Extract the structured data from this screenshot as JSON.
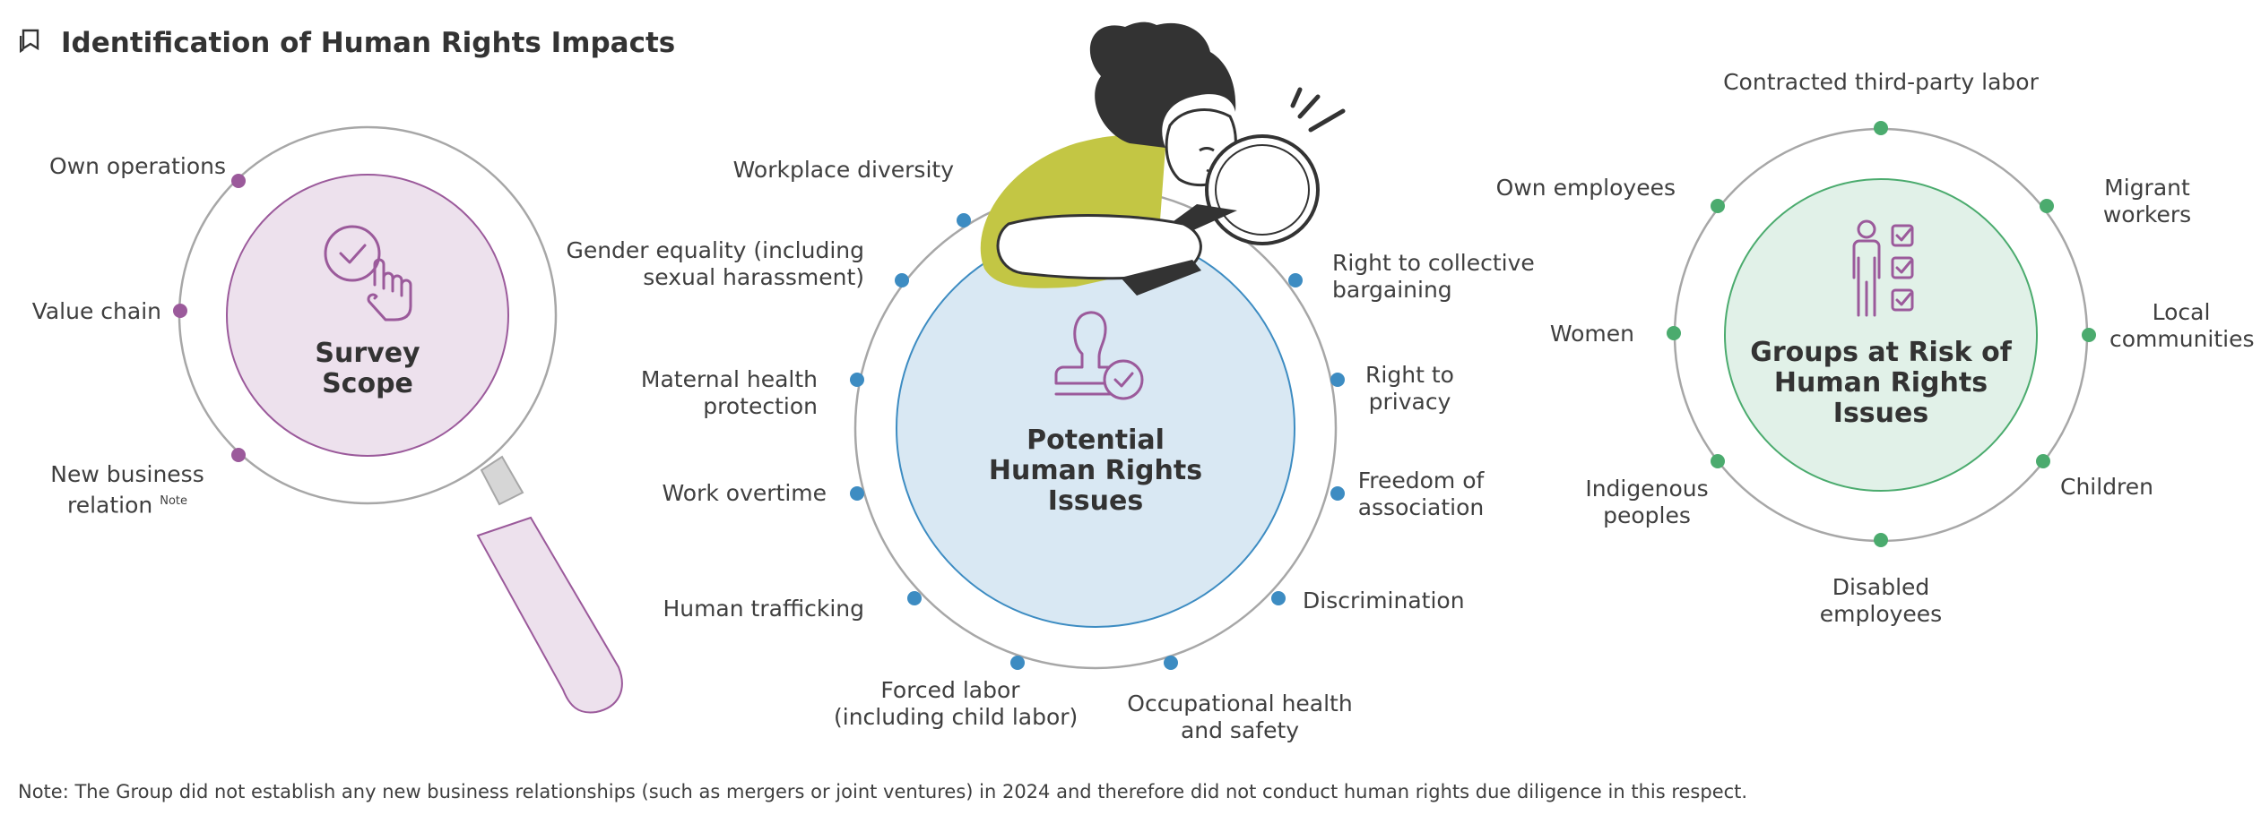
{
  "header": {
    "title": "Identification of Human Rights Impacts",
    "icon": "bookmark-icon"
  },
  "survey_scope": {
    "title_line1": "Survey",
    "title_line2": "Scope",
    "icon": "touch-check-icon",
    "items": [
      {
        "label": "Own operations"
      },
      {
        "label": "Value chain"
      },
      {
        "label_line1": "New business",
        "label_line2": "relation",
        "sup": "Note"
      }
    ],
    "colors": {
      "fill": "#ede1ed",
      "dot": "#9b5a9b",
      "ring": "#a7a7a7",
      "icon": "#9b5a9b"
    }
  },
  "potential_issues": {
    "title_line1": "Potential",
    "title_line2": "Human Rights",
    "title_line3": "Issues",
    "icon": "stamp-check-icon",
    "items": [
      {
        "line1": "Workplace diversity"
      },
      {
        "line1": "Gender equality (including",
        "line2": "sexual harassment)"
      },
      {
        "line1": "Maternal health",
        "line2": "protection"
      },
      {
        "line1": "Work overtime"
      },
      {
        "line1": "Human trafficking"
      },
      {
        "line1": "Forced labor",
        "line2": "(including child labor)"
      },
      {
        "line1": "Occupational health",
        "line2": "and safety"
      },
      {
        "line1": "Discrimination"
      },
      {
        "line1": "Freedom of",
        "line2": "association"
      },
      {
        "line1": "Right to",
        "line2": "privacy"
      },
      {
        "line1": "Right to collective",
        "line2": "bargaining"
      }
    ],
    "colors": {
      "fill": "#d9e8f3",
      "dot": "#3d8cc2",
      "ring": "#a7a7a7",
      "icon": "#9b5a9b",
      "illustration_accent": "#c3c644"
    }
  },
  "risk_groups": {
    "title_line1": "Groups at Risk of",
    "title_line2": "Human Rights",
    "title_line3": "Issues",
    "icon": "person-checklist-icon",
    "items": [
      {
        "line1": "Contracted third-party labor"
      },
      {
        "line1": "Migrant",
        "line2": "workers"
      },
      {
        "line1": "Local",
        "line2": "communities"
      },
      {
        "line1": "Children"
      },
      {
        "line1": "Disabled",
        "line2": "employees"
      },
      {
        "line1": "Indigenous",
        "line2": "peoples"
      },
      {
        "line1": "Women"
      },
      {
        "line1": "Own employees"
      }
    ],
    "colors": {
      "fill": "#e1f1e8",
      "dot": "#4bab6e",
      "ring": "#a7a7a7",
      "icon": "#9b5a9b"
    }
  },
  "note": "Note: The Group did not establish any new business relationships (such as mergers or joint ventures) in 2024 and therefore did not conduct human rights due diligence in this respect."
}
